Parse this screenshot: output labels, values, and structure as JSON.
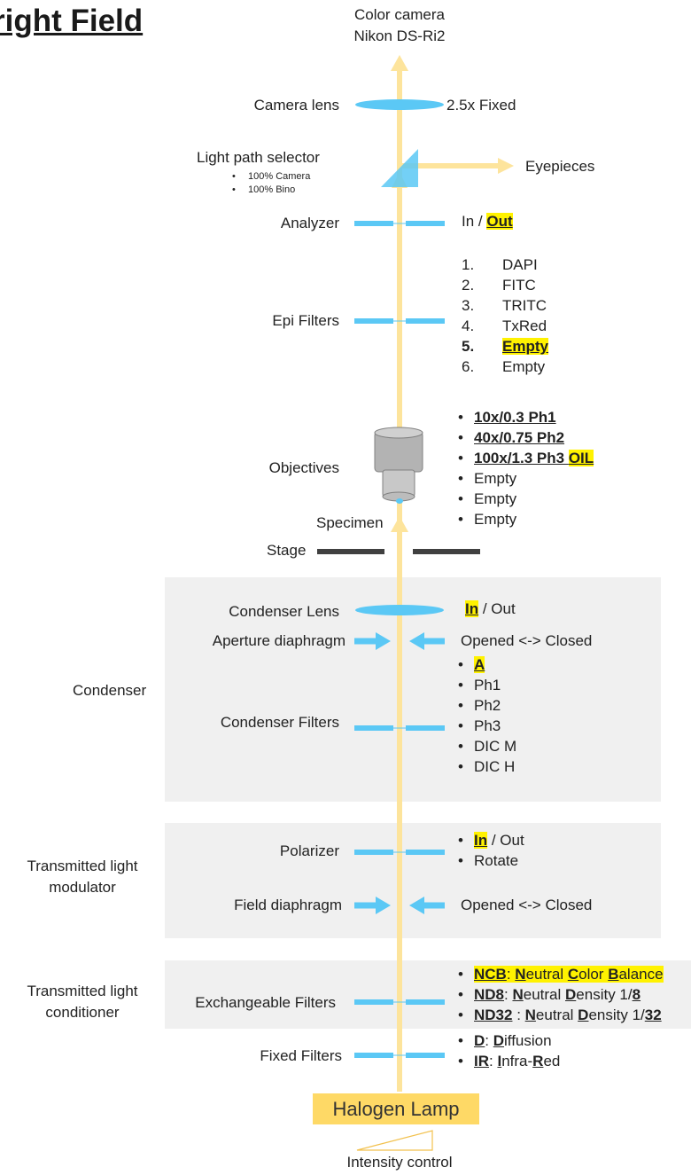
{
  "title": "right Field",
  "top_labels": {
    "line1": "Color camera",
    "line2": "Nikon DS-Ri2"
  },
  "components": {
    "camera_lens": {
      "label": "Camera lens",
      "value": "2.5x Fixed"
    },
    "light_path": {
      "label": "Light path selector",
      "options": [
        "100% Camera",
        "100% Bino"
      ],
      "output": "Eyepieces"
    },
    "analyzer": {
      "label": "Analyzer",
      "value_a": "In / ",
      "value_b": "Out"
    },
    "epi_filters": {
      "label": "Epi Filters",
      "items": [
        {
          "n": "1.",
          "v": "DAPI"
        },
        {
          "n": "2.",
          "v": "FITC"
        },
        {
          "n": "3.",
          "v": "TRITC"
        },
        {
          "n": "4.",
          "v": "TxRed"
        },
        {
          "n": "5.",
          "v": "Empty"
        },
        {
          "n": "6.",
          "v": "Empty"
        }
      ]
    },
    "objectives": {
      "label": "Objectives",
      "items": [
        "10x/0.3 Ph1",
        "40x/0.75 Ph2",
        "100x/1.3 Ph3 ",
        "OIL",
        "Empty",
        "Empty",
        "Empty"
      ]
    },
    "specimen": "Specimen",
    "stage": "Stage",
    "condenser_lens": {
      "label": "Condenser Lens",
      "a": "In",
      "b": " / Out"
    },
    "aperture": {
      "label": "Aperture diaphragm",
      "value": "Opened <-> Closed"
    },
    "condenser_group": "Condenser",
    "condenser_filters": {
      "label": "Condenser Filters",
      "items": [
        "A",
        "Ph1",
        "Ph2",
        "Ph3",
        "DIC M",
        "DIC H"
      ]
    },
    "modulator_group": {
      "line1": "Transmitted light",
      "line2": "modulator"
    },
    "polarizer": {
      "label": "Polarizer",
      "a": "In",
      "b": " / Out",
      "c": "Rotate"
    },
    "field_diaphragm": {
      "label": "Field diaphragm",
      "value": "Opened <-> Closed"
    },
    "conditioner_group": {
      "line1": "Transmitted light",
      "line2": "conditioner"
    },
    "exchangeable": {
      "label": "Exchangeable Filters"
    },
    "fixed": {
      "label": "Fixed Filters"
    },
    "lamp": "Halogen Lamp",
    "intensity": "Intensity control"
  },
  "colors": {
    "beam": "#fde49c",
    "optic": "#5bc8f5",
    "panel": "#f0f0f0",
    "highlight": "#fff200",
    "stage": "#404040"
  }
}
